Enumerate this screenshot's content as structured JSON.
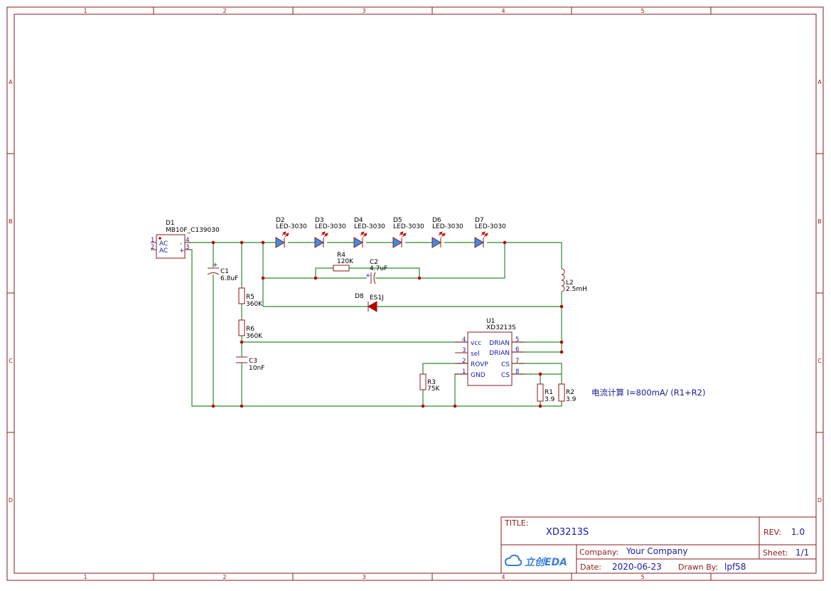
{
  "frame": {
    "cols": [
      "1",
      "2",
      "3",
      "4",
      "5"
    ],
    "rows": [
      "A",
      "B",
      "C",
      "D"
    ]
  },
  "components": {
    "D1": {
      "ref": "D1",
      "value": "MB10F_C139030",
      "pin1": "1",
      "pin2": "2",
      "pin3": "3",
      "pin4": "4",
      "ac1": "AC",
      "ac2": "AC",
      "minus": "-",
      "plus": "+"
    },
    "C1": {
      "ref": "C1",
      "value": "6.8uF",
      "plus": "+"
    },
    "C2": {
      "ref": "C2",
      "value": "4.7uF",
      "plus": "+"
    },
    "C3": {
      "ref": "C3",
      "value": "10nF"
    },
    "R1": {
      "ref": "R1",
      "value": "3.9"
    },
    "R2": {
      "ref": "R2",
      "value": "3.9"
    },
    "R3": {
      "ref": "R3",
      "value": "75K"
    },
    "R4": {
      "ref": "R4",
      "value": "120K"
    },
    "R5": {
      "ref": "R5",
      "value": "360K"
    },
    "R6": {
      "ref": "R6",
      "value": "360K"
    },
    "L2": {
      "ref": "L2",
      "value": "2.5mH"
    },
    "D8": {
      "ref": "D8",
      "value": "ES1J"
    },
    "leds": [
      {
        "ref": "D2",
        "value": "LED-3030"
      },
      {
        "ref": "D3",
        "value": "LED-3030"
      },
      {
        "ref": "D4",
        "value": "LED-3030"
      },
      {
        "ref": "D5",
        "value": "LED-3030"
      },
      {
        "ref": "D6",
        "value": "LED-3030"
      },
      {
        "ref": "D7",
        "value": "LED-3030"
      }
    ],
    "U1": {
      "ref": "U1",
      "value": "XD3213S",
      "pins": {
        "p4": {
          "num": "4",
          "name": "vcc"
        },
        "p3": {
          "num": "3",
          "name": "sel"
        },
        "p2": {
          "num": "2",
          "name": "ROVP"
        },
        "p1": {
          "num": "1",
          "name": "GND"
        },
        "p5": {
          "num": "5",
          "name": "DRIAN"
        },
        "p6": {
          "num": "6",
          "name": "DRIAN"
        },
        "p7": {
          "num": "7",
          "name": "CS"
        },
        "p8": {
          "num": "8",
          "name": "CS"
        }
      }
    }
  },
  "note": "电流计算 I=800mA/ (R1+R2)",
  "title_block": {
    "title_label": "TITLE:",
    "title": "XD3213S",
    "rev_label": "REV:",
    "rev": "1.0",
    "company_label": "Company:",
    "company": "Your Company",
    "sheet_label": "Sheet:",
    "sheet": "1/1",
    "date_label": "Date:",
    "date": "2020-06-23",
    "drawn_label": "Drawn By:",
    "drawn": "lpf58",
    "logo_text": "立创EDA"
  }
}
